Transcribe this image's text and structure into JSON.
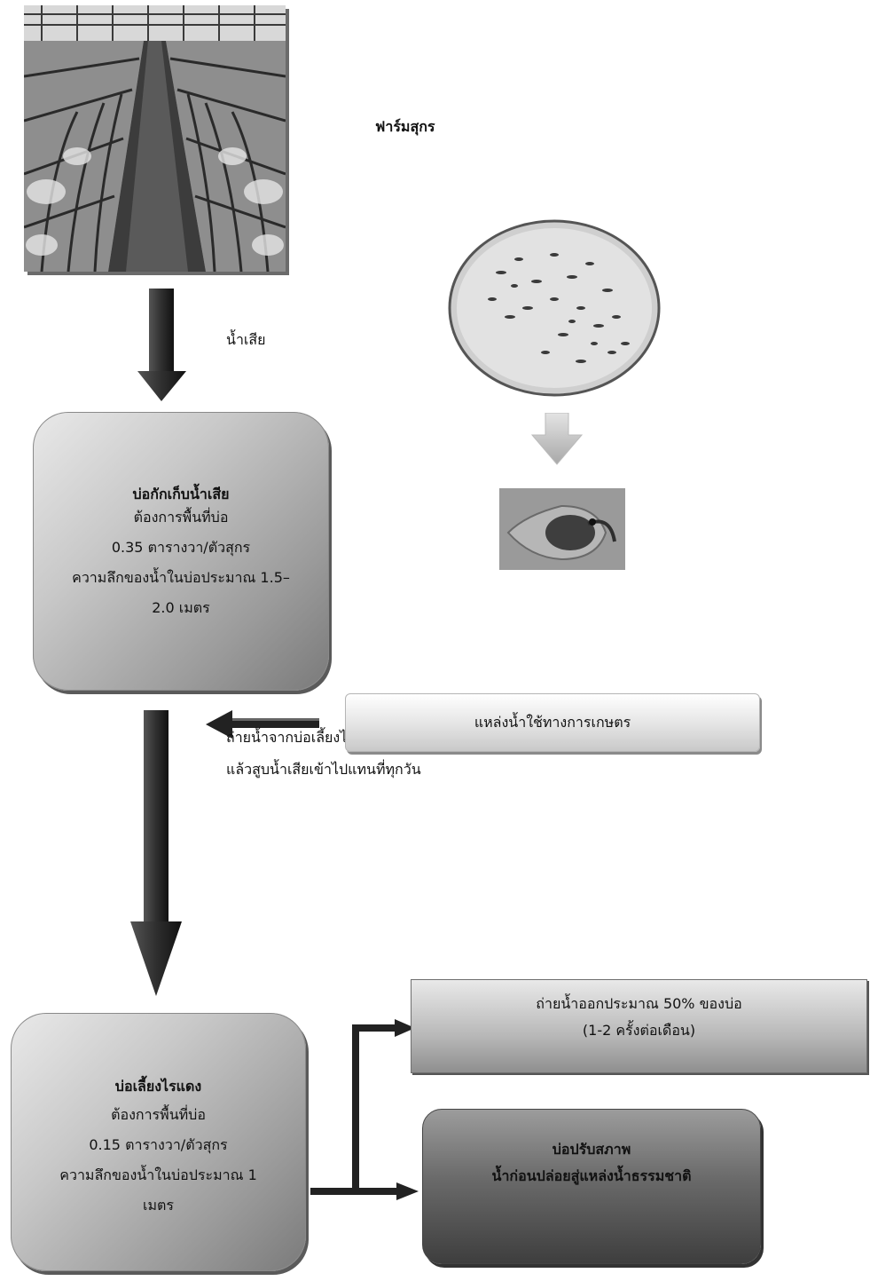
{
  "labels": {
    "farm": "ฟาร์มสุกร",
    "wastewater": "น้ำเสีย",
    "transfer_line1": "ถ่ายน้ำจากบ่อเลี้ยงไรแดงออกที่ปริมาตร 5%",
    "transfer_line2": "แล้วสูบน้ำเสียเข้าไปแทนที่ทุกวัน"
  },
  "storage_pond": {
    "title": "บ่อกักเก็บน้ำเสีย",
    "line1": "ต้องการพื้นที่บ่อ",
    "line2": "0.35 ตารางวา/ตัวสุกร",
    "line3": "ความลึกของน้ำในบ่อประมาณ 1.5–",
    "line4": "2.0 เมตร"
  },
  "agri_water": {
    "label": "แหล่งน้ำใช้ทางการเกษตร"
  },
  "moina_pond": {
    "title": "บ่อเลี้ยงไรแดง",
    "line1": "ต้องการพื้นที่บ่อ",
    "line2": "0.15 ตารางวา/ตัวสุกร",
    "line3": "ความลึกของน้ำในบ่อประมาณ 1",
    "line4": "เมตร"
  },
  "drain_box": {
    "line1": "ถ่ายน้ำออกประมาณ 50% ของบ่อ",
    "line2": "(1-2 ครั้งต่อเดือน)"
  },
  "treatment_pond": {
    "line1": "บ่อปรับสภาพ",
    "line2": "น้ำก่อนปล่อยสู่แหล่งน้ำธรรมชาติ"
  }
}
